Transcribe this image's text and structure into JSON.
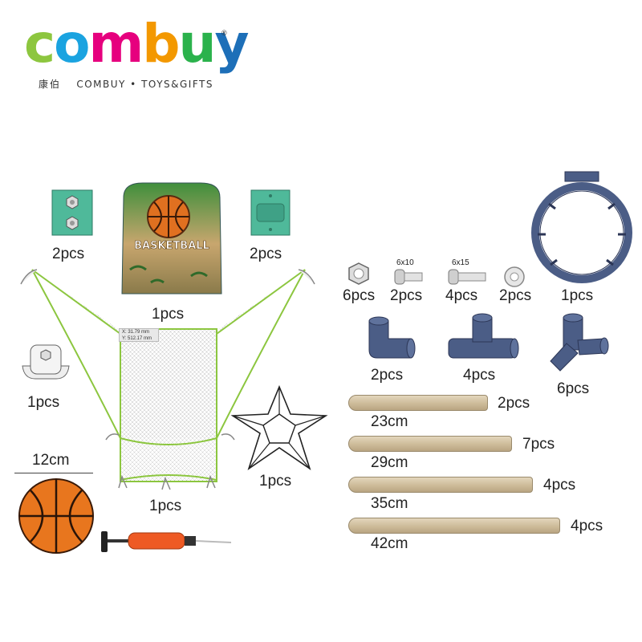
{
  "brand": {
    "logo_text": "combuy",
    "registered_mark": "®",
    "chinese_name": "康伯",
    "tagline": "COMBUY • TOYS&GIFTS",
    "colors": {
      "c": "#8dc63f",
      "o": "#1aa3e0",
      "m": "#e6007e",
      "b": "#f39800",
      "u": "#2bb24c",
      "y": "#1d6fb8"
    }
  },
  "left_parts": {
    "bracket_left_qty": "2pcs",
    "backboard_qty": "1pcs",
    "backboard_text": "BASKETBALL",
    "bracket_right_qty": "2pcs",
    "clip_qty": "1pcs",
    "net_qty": "1pcs",
    "net_coord_x": "X: 31.79 mm",
    "net_coord_y": "Y: 512.17 mm",
    "star_net_qty": "1pcs",
    "ball_size": "12cm"
  },
  "hardware": {
    "nut_qty": "6pcs",
    "screw1_size": "6x10",
    "screw1_qty": "2pcs",
    "screw2_size": "6x15",
    "screw2_qty": "4pcs",
    "washer_qty": "2pcs",
    "hoop_qty": "1pcs"
  },
  "connectors": {
    "elbow_qty": "2pcs",
    "tee_qty": "4pcs",
    "wye_qty": "6pcs"
  },
  "rods": [
    {
      "length": "23cm",
      "qty": "2pcs"
    },
    {
      "length": "29cm",
      "qty": "7pcs"
    },
    {
      "length": "35cm",
      "qty": "4pcs"
    },
    {
      "length": "42cm",
      "qty": "4pcs"
    }
  ],
  "colors": {
    "net_green": "#8cc63f",
    "connector_blue": "#4b5d86",
    "bracket_teal": "#4fb99a",
    "ball_orange": "#e8761e",
    "rod_tan": "#cdbb99"
  }
}
